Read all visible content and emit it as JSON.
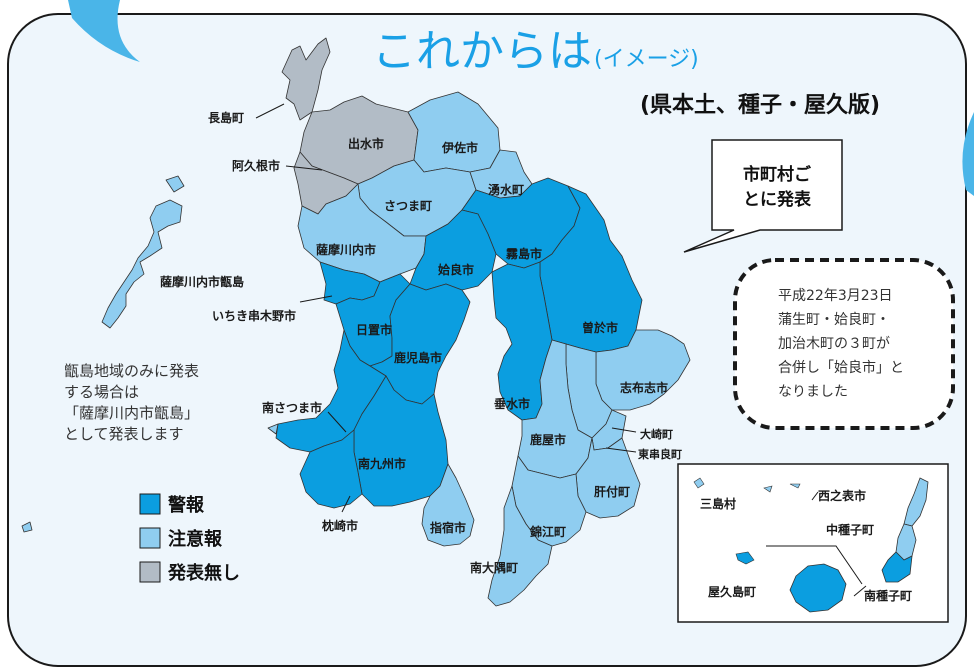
{
  "title": {
    "main": "これからは",
    "sub": "(イメージ)"
  },
  "subtitle": "(県本土、種子・屋久版)",
  "callout": {
    "line1": "市町村ご",
    "line2": "とに発表"
  },
  "merger_note": [
    "平成22年3月23日",
    "蒲生町・姶良町・",
    "加治木町の３町が",
    "合併し「姶良市」と",
    "なりました"
  ],
  "koshiki_note": [
    "甑島地域のみに発表",
    "する場合は",
    "「薩摩川内市甑島」",
    "として発表します"
  ],
  "legend": [
    {
      "label": "警報",
      "color": "#0b9ee0"
    },
    {
      "label": "注意報",
      "color": "#8fcdf0"
    },
    {
      "label": "発表無し",
      "color": "#b2bcc6"
    }
  ],
  "colors": {
    "background": "#eef6fc",
    "warning": "#0b9ee0",
    "advisory": "#8fcdf0",
    "none": "#b2bcc6",
    "border": "#1a1a1a",
    "title": "#1aa0e6"
  },
  "regions": {
    "nagashima": "長島町",
    "izumi": "出水市",
    "isa": "伊佐市",
    "akune": "阿久根市",
    "satsuma": "さつま町",
    "yusui": "湧水町",
    "satsumasendai": "薩摩川内市",
    "kirishima": "霧島市",
    "aira": "姶良市",
    "koshikijima": "薩摩川内市甑島",
    "ichikikushikino": "いちき串木野市",
    "hioki": "日置市",
    "soo": "曽於市",
    "kagoshima": "鹿児島市",
    "shibushi": "志布志市",
    "minamisatsuma": "南さつま市",
    "tarumizu": "垂水市",
    "osaki": "大崎町",
    "kanoya": "鹿屋市",
    "higashikushira": "東串良町",
    "minamikyushu": "南九州市",
    "kimotsuki": "肝付町",
    "makurazaki": "枕崎市",
    "ibusuki": "指宿市",
    "kinko": "錦江町",
    "minamiosumi": "南大隅町",
    "mishima": "三島村",
    "nishinoomote": "西之表市",
    "nakatane": "中種子町",
    "yakushima": "屋久島町",
    "minamitane": "南種子町"
  }
}
